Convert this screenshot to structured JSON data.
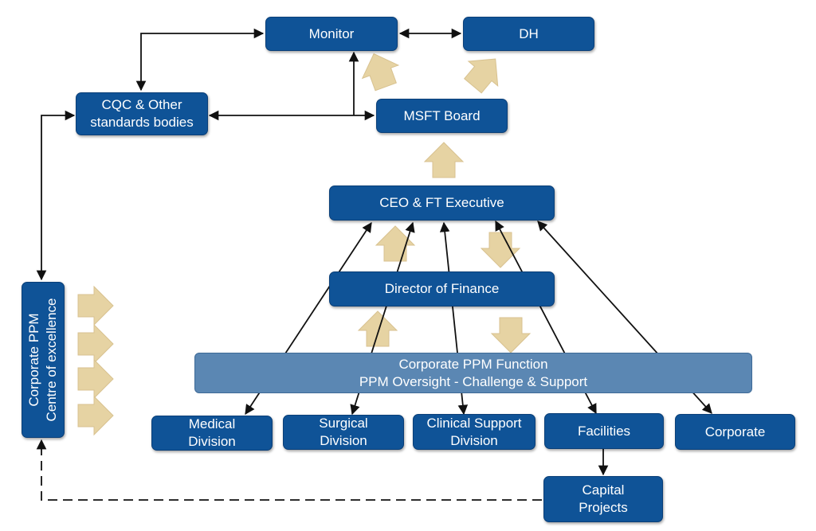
{
  "diagram": {
    "nodes": {
      "monitor": {
        "label": "Monitor"
      },
      "dh": {
        "label": "DH"
      },
      "cqc": {
        "line1": "CQC & Other",
        "line2": "standards bodies"
      },
      "msft_board": {
        "label": "MSFT Board"
      },
      "ceo": {
        "label": "CEO & FT Executive"
      },
      "director_finance": {
        "label": "Director of Finance"
      },
      "ppm_function": {
        "line1": "Corporate PPM Function",
        "line2": "PPM Oversight -  Challenge & Support"
      },
      "centre_excellence": {
        "line1": "Corporate PPM",
        "line2": "Centre of excellence"
      },
      "medical": {
        "line1": "Medical",
        "line2": "Division"
      },
      "surgical": {
        "line1": "Surgical",
        "line2": "Division"
      },
      "clinical_support": {
        "line1": "Clinical Support",
        "line2": "Division"
      },
      "facilities": {
        "label": "Facilities"
      },
      "corporate": {
        "label": "Corporate"
      },
      "capital_projects": {
        "line1": "Capital",
        "line2": "Projects"
      }
    },
    "colors": {
      "node_fill": "#0f5397",
      "band_fill": "#5b87b3",
      "connector": "#111111",
      "flow_arrow": "#e6d3a3"
    },
    "icons": {
      "flow_arrow": "block-arrow-icon",
      "connector": "line-arrow-icon"
    }
  }
}
